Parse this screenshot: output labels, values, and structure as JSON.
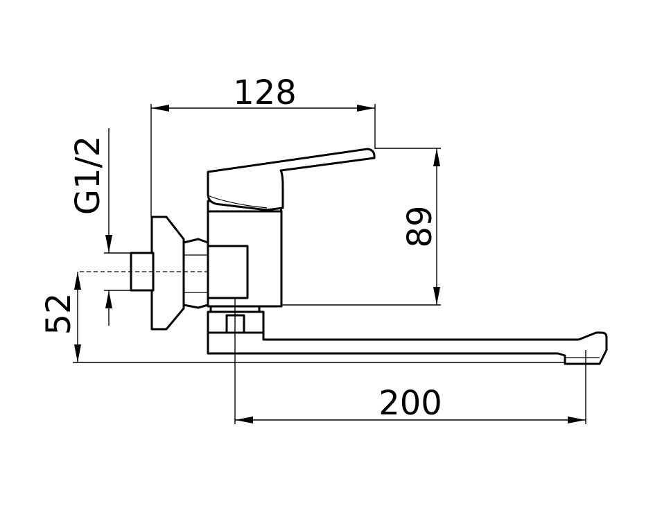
{
  "dimensions": {
    "handle_reach": "128",
    "handle_height": "89",
    "thread": "G1/2",
    "spout_height": "52",
    "spout_length": "200"
  }
}
